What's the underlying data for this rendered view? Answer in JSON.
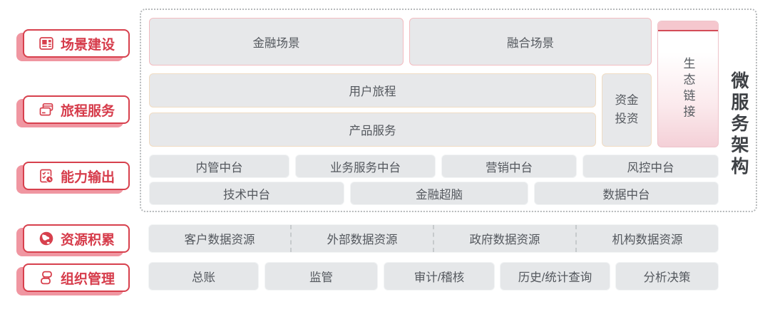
{
  "palette": {
    "accent_red": "#d7404d",
    "tab_shadow_pink": "#f096a1",
    "box_fill_gray": "#e7e8ea",
    "box_border_pink": "#f3bcc1",
    "box_border_tan": "#f0dcc3",
    "box_border_light": "#f2f4f5",
    "box_text_gray": "#54585e",
    "frame_dotted_gray": "#b6b9bb",
    "eco_strip_pink": "#f5c7ce",
    "eco_line_red": "#d34c58",
    "frame_label_dark": "#3e4145"
  },
  "sidebar": {
    "items": [
      {
        "label": "场景建设",
        "icon": "layout-grid-icon"
      },
      {
        "label": "旅程服务",
        "icon": "stacked-cards-icon"
      },
      {
        "label": "能力输出",
        "icon": "checklist-clock-icon"
      },
      {
        "label": "资源积累",
        "icon": "globe-icon"
      },
      {
        "label": "组织管理",
        "icon": "chain-link-icon"
      }
    ]
  },
  "arch": {
    "scenes": [
      {
        "label": "金融场景"
      },
      {
        "label": "融合场景"
      }
    ],
    "journey": "用户旅程",
    "product": "产品服务",
    "invest_lines": [
      "资金",
      "投资"
    ],
    "eco_label": "生态链接",
    "frame_label": "微服务架构",
    "platforms_a": [
      {
        "label": "内管中台"
      },
      {
        "label": "业务服务中台"
      },
      {
        "label": "营销中台"
      },
      {
        "label": "风控中台"
      }
    ],
    "platforms_b": [
      {
        "label": "技术中台"
      },
      {
        "label": "金融超脑"
      },
      {
        "label": "数据中台"
      }
    ]
  },
  "resources": {
    "items": [
      "客户数据资源",
      "外部数据资源",
      "政府数据资源",
      "机构数据资源"
    ]
  },
  "management": {
    "items": [
      "总账",
      "监管",
      "审计/稽核",
      "历史/统计查询",
      "分析决策"
    ]
  }
}
